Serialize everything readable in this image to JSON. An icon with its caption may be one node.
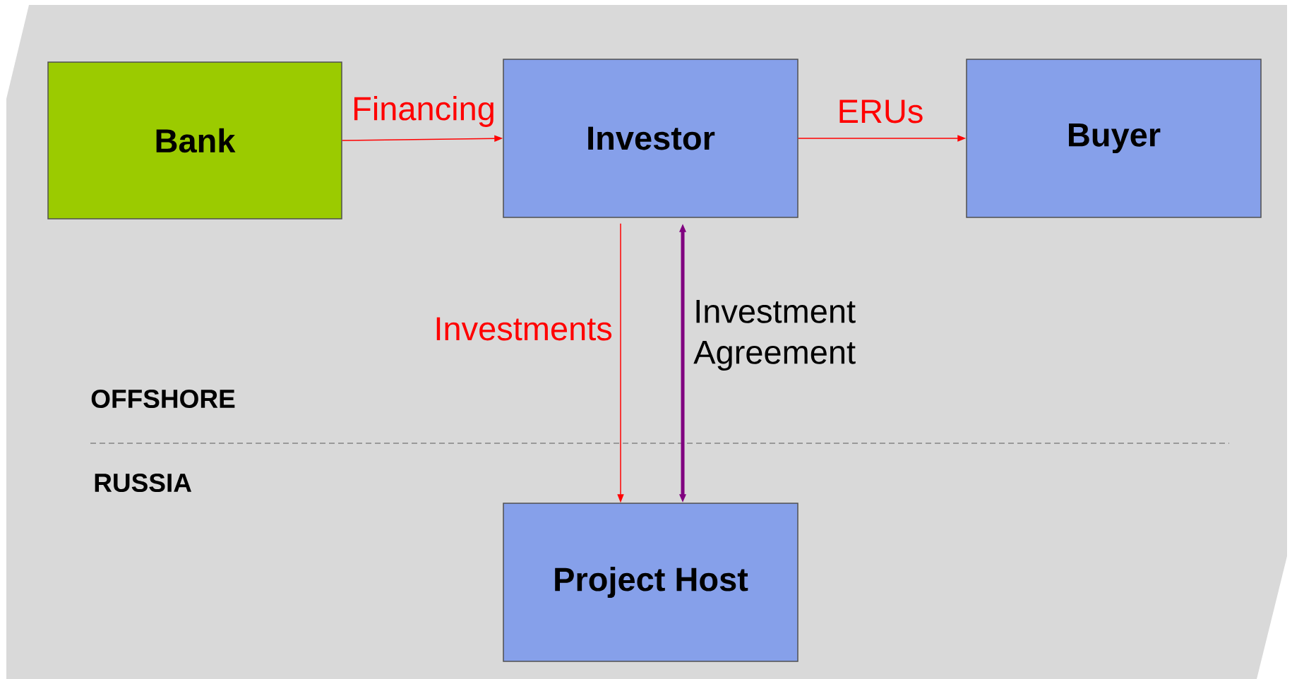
{
  "diagram": {
    "nodes": [
      {
        "text": [
          "Bank"
        ]
      },
      {
        "text": [
          "Investor"
        ]
      },
      {
        "text": [
          "Buyer"
        ]
      },
      {
        "text": [
          "Project Host"
        ]
      }
    ],
    "edges": [
      {
        "from": 0,
        "to": 1,
        "arrow": "to",
        "label": "Financing"
      },
      {
        "from": 1,
        "to": 2,
        "arrow": "to",
        "label": "ERUs"
      },
      {
        "from": 1,
        "to": 3,
        "arrow": "to",
        "label": "Investments"
      },
      {
        "from": 3,
        "to": 1,
        "arrow": "both",
        "label": "Investment Agreement",
        "style": "thick",
        "color": "#800080"
      }
    ],
    "labels": [
      "OFFSHORE",
      "RUSSIA"
    ]
  }
}
